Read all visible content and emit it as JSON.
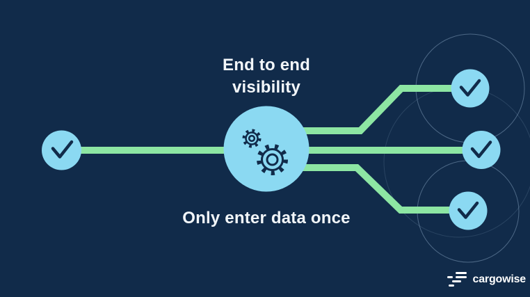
{
  "slide": {
    "title_line1": "End to end",
    "title_line2": "visibility",
    "caption": "Only enter data once"
  },
  "diagram": {
    "center_node": {
      "icon": "gears-icon",
      "meaning": "single data entry hub"
    },
    "left_node": {
      "icon": "check-icon"
    },
    "right_nodes": [
      {
        "icon": "check-icon"
      },
      {
        "icon": "check-icon"
      },
      {
        "icon": "check-icon"
      }
    ]
  },
  "logo": {
    "text": "cargowise",
    "mark": "dash-flow-mark"
  },
  "colors": {
    "background": "#112b4a",
    "node_fill": "#8bd9f2",
    "line_green": "#8de6a3",
    "ink_navy": "#112b4a",
    "text": "#f2f6f9",
    "orbit_stroke": "#a8c6e0",
    "logo_white": "#ffffff"
  }
}
